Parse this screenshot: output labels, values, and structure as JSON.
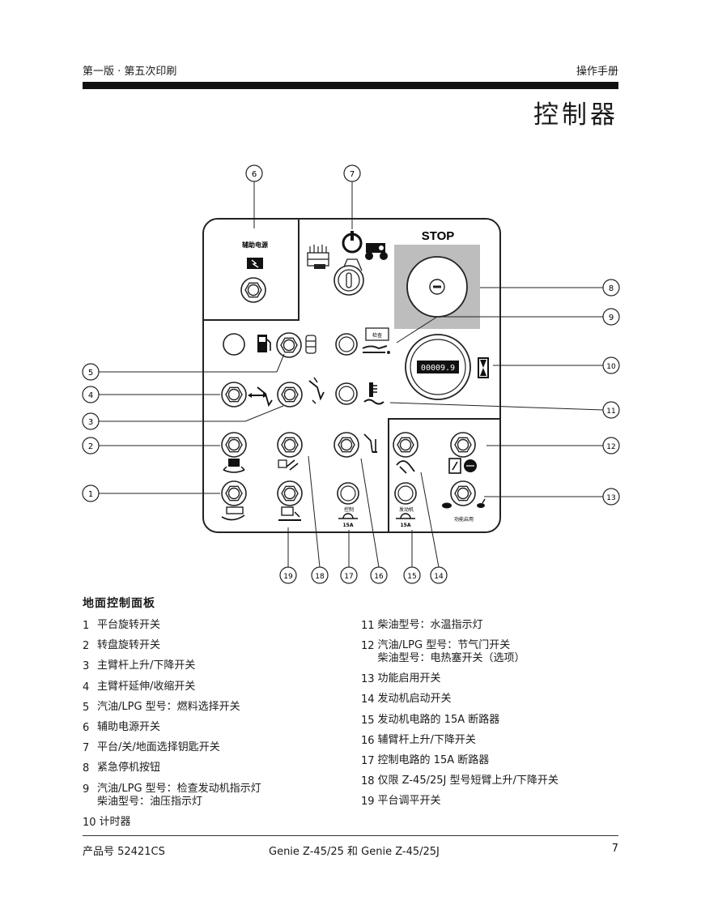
{
  "header": {
    "left": "第一版 · 第五次印刷",
    "right": "操作手册",
    "title": "控制器"
  },
  "panel": {
    "aux_power_label": "辅助电源",
    "stop_label": "STOP",
    "hour_meter_value": "00009.9",
    "check_engine_label": "检查",
    "breaker_control_label": "控制",
    "breaker_engine_label": "发动机",
    "breaker_rating": "15A",
    "function_enable_label": "功能启用",
    "callouts": [
      "1",
      "2",
      "3",
      "4",
      "5",
      "6",
      "7",
      "8",
      "9",
      "10",
      "11",
      "12",
      "13",
      "14",
      "15",
      "16",
      "17",
      "18",
      "19"
    ]
  },
  "legend": {
    "title": "地面控制面板",
    "left": [
      {
        "num": "1",
        "text": "平台旋转开关"
      },
      {
        "num": "2",
        "text": "转盘旋转开关"
      },
      {
        "num": "3",
        "text": "主臂杆上升/下降开关"
      },
      {
        "num": "4",
        "text": "主臂杆延伸/收缩开关"
      },
      {
        "num": "5",
        "text": "汽油/LPG 型号：燃料选择开关"
      },
      {
        "num": "6",
        "text": "辅助电源开关"
      },
      {
        "num": "7",
        "text": "平台/关/地面选择钥匙开关"
      },
      {
        "num": "8",
        "text": "紧急停机按钮"
      },
      {
        "num": "9",
        "text": "汽油/LPG 型号：检查发动机指示灯\n  柴油型号：油压指示灯"
      },
      {
        "num": "10",
        "text": "计时器"
      }
    ],
    "right": [
      {
        "num": "11",
        "text": "柴油型号：水温指示灯"
      },
      {
        "num": "12",
        "text": "汽油/LPG 型号：节气门开关\n  柴油型号：电热塞开关（选项）"
      },
      {
        "num": "13",
        "text": "功能启用开关"
      },
      {
        "num": "14",
        "text": "发动机启动开关"
      },
      {
        "num": "15",
        "text": "发动机电路的 15A 断路器"
      },
      {
        "num": "16",
        "text": "辅臂杆上升/下降开关"
      },
      {
        "num": "17",
        "text": "控制电路的 15A 断路器"
      },
      {
        "num": "18",
        "text": "仅限 Z-45/25J 型号短臂上升/下降开关"
      },
      {
        "num": "19",
        "text": "平台调平开关"
      }
    ]
  },
  "footer": {
    "left": "产品号  52421CS",
    "center": "Genie Z-45/25 和 Genie Z-45/25J",
    "right": "7"
  }
}
